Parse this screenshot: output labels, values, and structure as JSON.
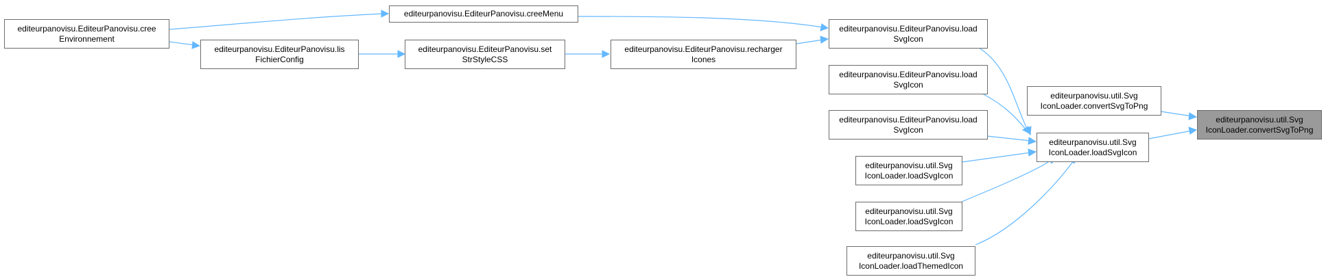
{
  "nodes": {
    "cree_env": {
      "line1": "editeurpanovisu.EditeurPanovisu.cree",
      "line2": "Environnement"
    },
    "lis_fichier": {
      "line1": "editeurpanovisu.EditeurPanovisu.lis",
      "line2": "FichierConfig"
    },
    "cree_menu": {
      "line1": "editeurpanovisu.EditeurPanovisu.creeMenu",
      "line2": ""
    },
    "set_style": {
      "line1": "editeurpanovisu.EditeurPanovisu.set",
      "line2": "StrStyleCSS"
    },
    "recharger": {
      "line1": "editeurpanovisu.EditeurPanovisu.recharger",
      "line2": "Icones"
    },
    "load_svg_1": {
      "line1": "editeurpanovisu.EditeurPanovisu.load",
      "line2": "SvgIcon"
    },
    "load_svg_2": {
      "line1": "editeurpanovisu.EditeurPanovisu.load",
      "line2": "SvgIcon"
    },
    "load_svg_3": {
      "line1": "editeurpanovisu.EditeurPanovisu.load",
      "line2": "SvgIcon"
    },
    "util_load_1": {
      "line1": "editeurpanovisu.util.Svg",
      "line2": "IconLoader.loadSvgIcon"
    },
    "util_load_2": {
      "line1": "editeurpanovisu.util.Svg",
      "line2": "IconLoader.loadSvgIcon"
    },
    "util_themed": {
      "line1": "editeurpanovisu.util.Svg",
      "line2": "IconLoader.loadThemedIcon"
    },
    "util_load_main": {
      "line1": "editeurpanovisu.util.Svg",
      "line2": "IconLoader.loadSvgIcon"
    },
    "util_convert_1": {
      "line1": "editeurpanovisu.util.Svg",
      "line2": "IconLoader.convertSvgToPng"
    },
    "util_convert_target": {
      "line1": "editeurpanovisu.util.Svg",
      "line2": "IconLoader.convertSvgToPng"
    }
  },
  "colors": {
    "edge": "#63b8ff",
    "highlight_fill": "#9a9a9a",
    "border": "#6b6b6b"
  }
}
